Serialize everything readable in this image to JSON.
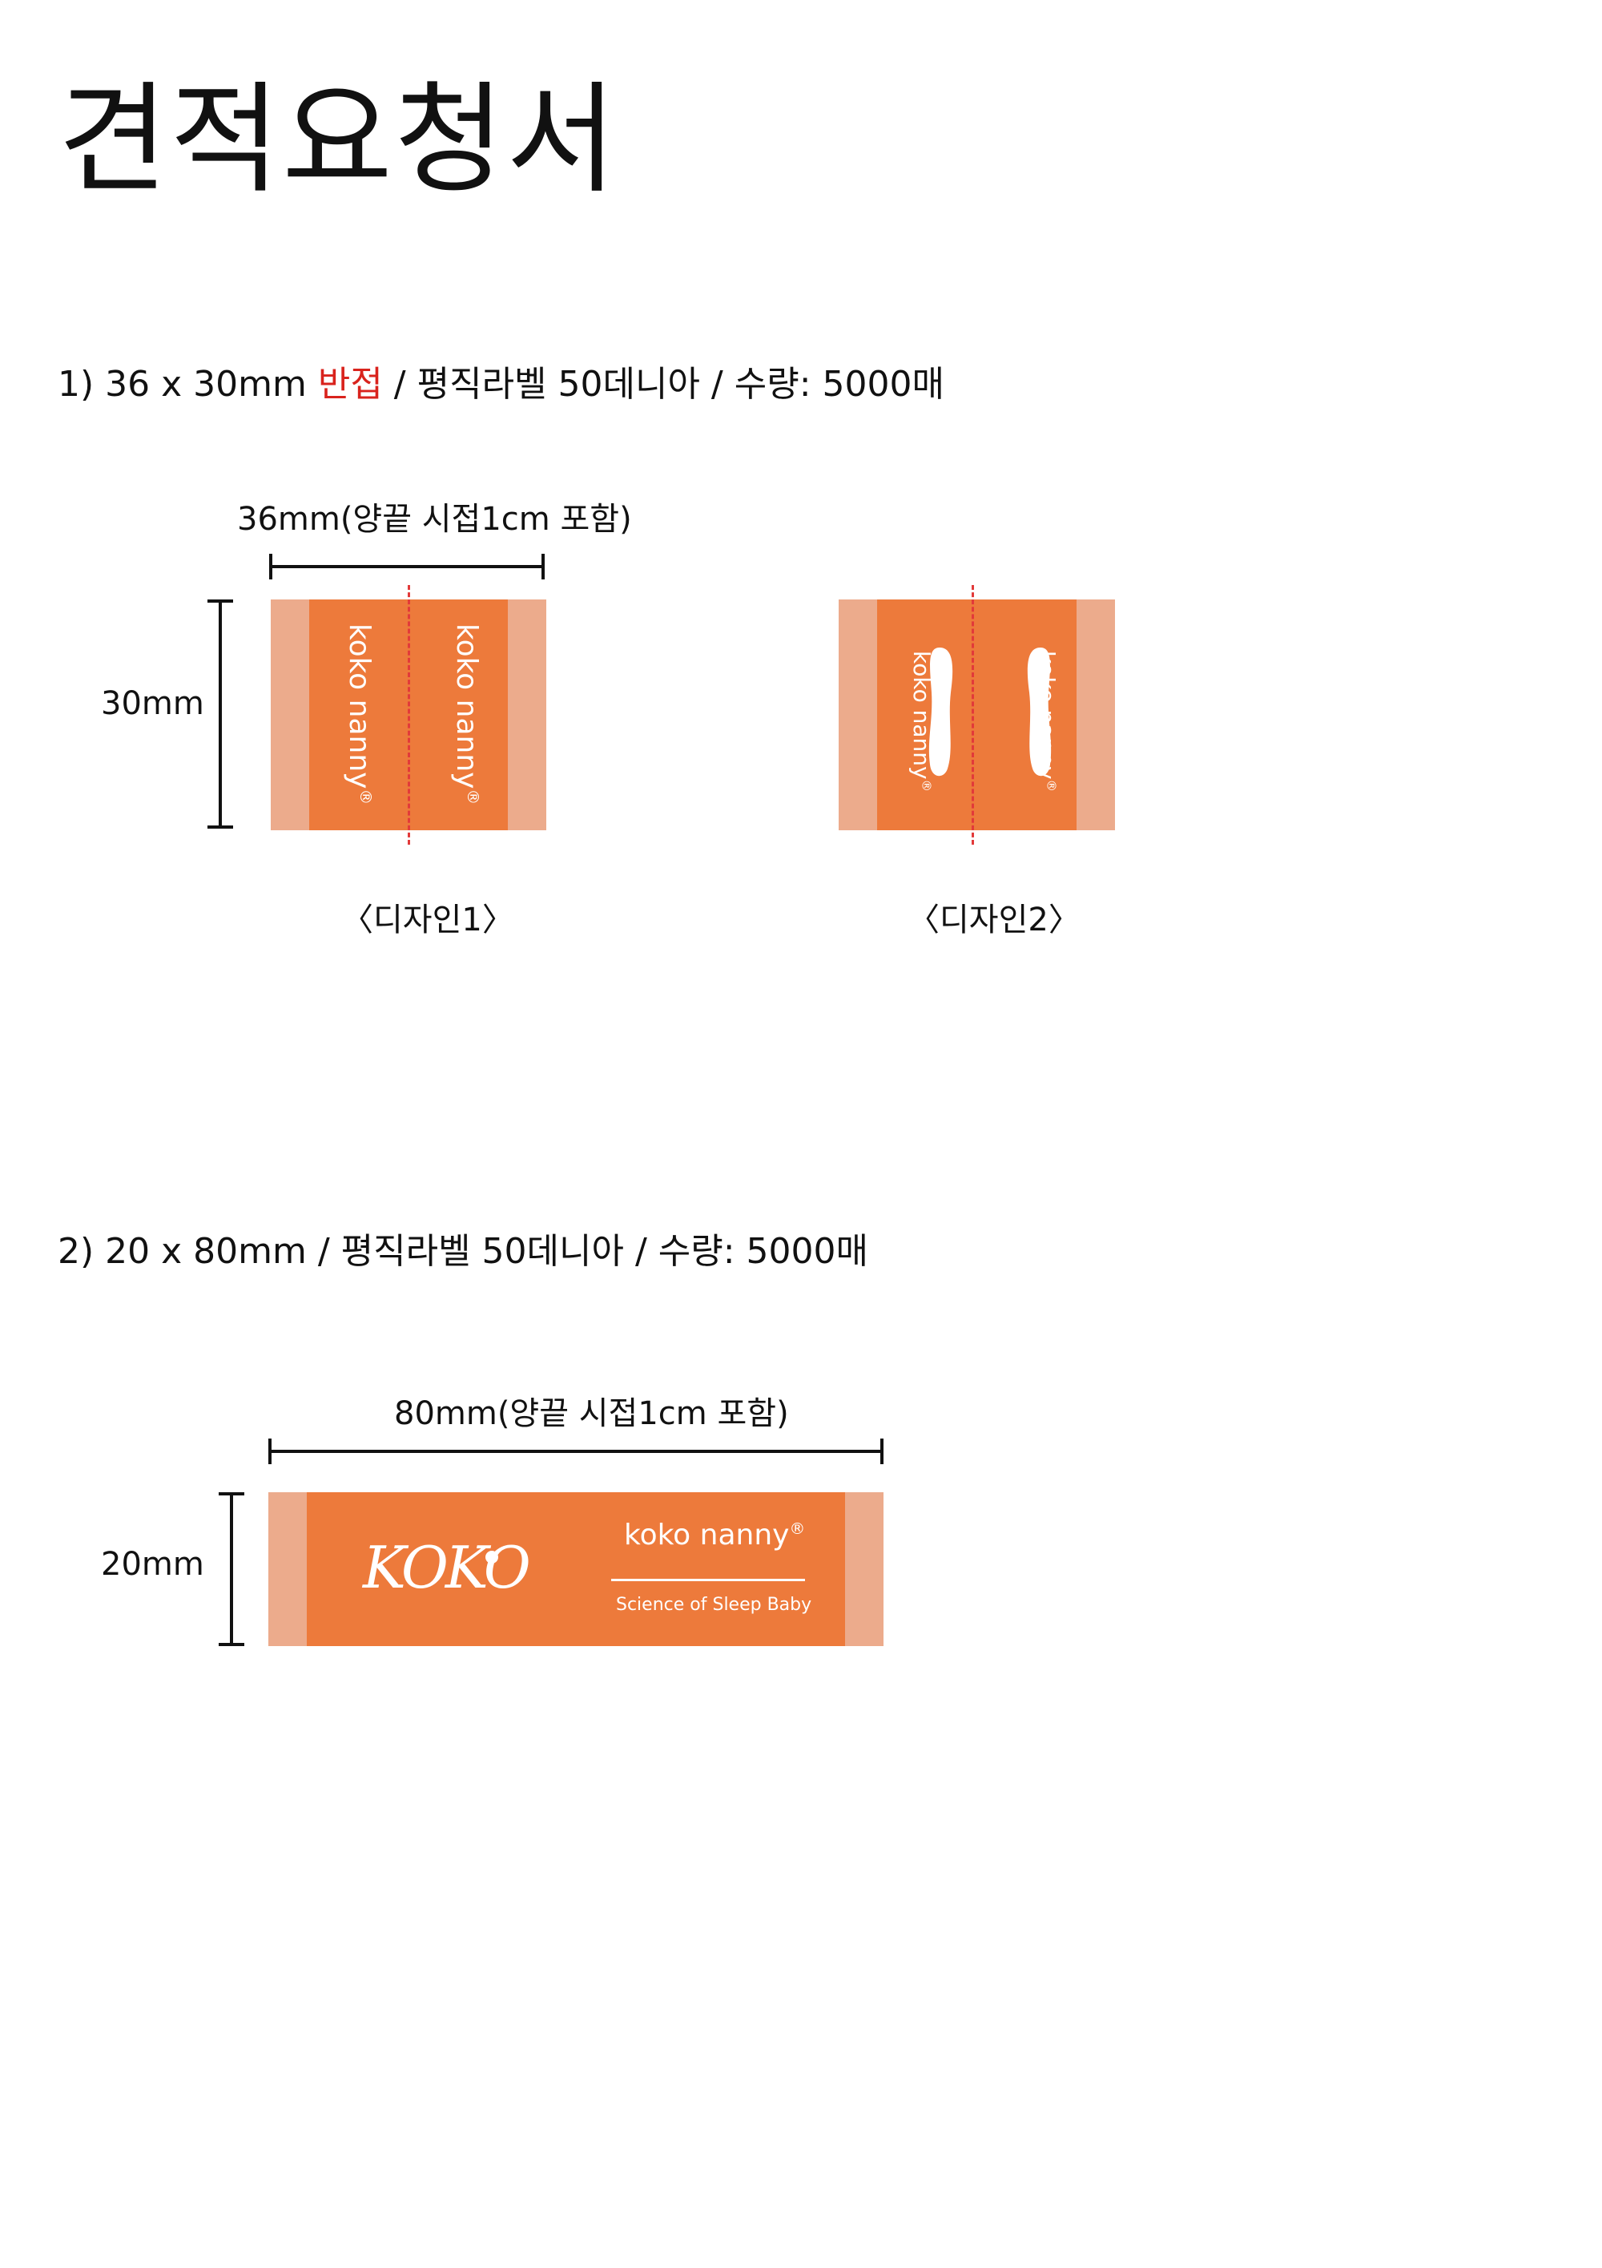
{
  "title": "견적요청서",
  "item1": {
    "spec_prefix": "1) 36 x 30mm ",
    "spec_highlight": "반접",
    "spec_suffix": " / 평직라벨 50데니아 / 수량: 5000매",
    "width_label": "36mm(양끝 시접1cm 포함)",
    "height_label": "30mm",
    "brand": "koko nanny",
    "registered": "®",
    "design1_caption": "〈디자인1〉",
    "design2_caption": "〈디자인2〉"
  },
  "item2": {
    "spec": "2) 20 x 80mm / 평직라벨 50데니아 / 수량: 5000매",
    "width_label": "80mm(양끝 시접1cm 포함)",
    "height_label": "20mm",
    "logo_text": "KOKO",
    "brand": "koko nanny",
    "registered": "®",
    "tagline": "Science of Sleep Baby"
  },
  "colors": {
    "label_orange": "#ed7a3b",
    "seam_allowance": "#ecab8c",
    "fold_line": "#e23a3a",
    "highlight_red": "#d9231d"
  }
}
